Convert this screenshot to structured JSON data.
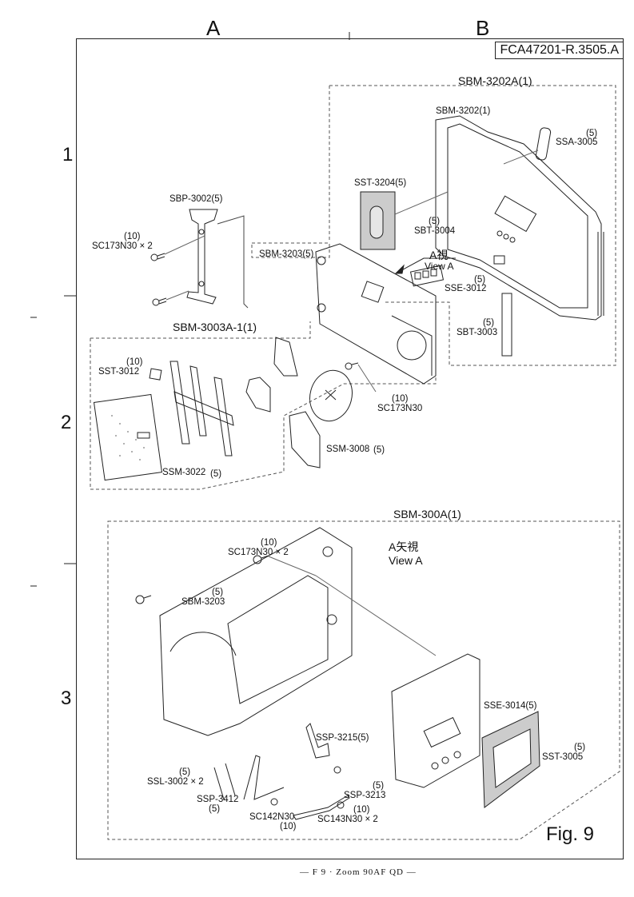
{
  "grid": {
    "columns": [
      "A",
      "B"
    ],
    "rows": [
      "1",
      "2",
      "3"
    ]
  },
  "document_id": "FCA47201-R.3505.A",
  "figure_label": "Fig. 9",
  "footer": "— F 9 · Zoom 90AF QD —",
  "groups": {
    "sbm_3202a": {
      "title": "SBM-3202A(1)",
      "parts": {
        "sbm_3202": "SBM-3202(1)",
        "ssa_3005_qty": "(5)",
        "ssa_3005": "SSA-3005",
        "sst_3204": "SST-3204(5)",
        "sbt_3004_qty": "(5)",
        "sbt_3004": "SBT-3004",
        "sse_3012_qty": "(5)",
        "sse_3012": "SSE-3012",
        "sbt_3003_qty": "(5)",
        "sbt_3003": "SBT-3003"
      }
    },
    "view_a_arrow": {
      "jp": "A視",
      "en": "View A"
    },
    "left_bracket": {
      "sbp_3002": "SBP-3002(5)",
      "sc173_qty": "(10)",
      "sc173": "SC173N30 × 2"
    },
    "sbm_3203_box": "SBM-3203(5)",
    "sbm_3003a": {
      "title": "SBM-3003A-1(1)",
      "parts": {
        "sst_3012_qty": "(10)",
        "sst_3012": "SST-3012",
        "ssm_3022": "SSM-3022",
        "ssm_3022_qty": "(5)",
        "ssm_3008": "SSM-3008",
        "ssm_3008_qty": "(5)",
        "sc173_qty": "(10)",
        "sc173": "SC173N30"
      }
    },
    "sbm_300a": {
      "title": "SBM-300A(1)",
      "view_jp": "A矢視",
      "view_en": "View A",
      "parts": {
        "sc173_qty": "(10)",
        "sc173": "SC173N30 × 2",
        "sbm_3203_qty": "(5)",
        "sbm_3203": "SBM-3203",
        "sse_3014": "SSE-3014(5)",
        "sst_3005_qty": "(5)",
        "sst_3005": "SST-3005",
        "ssp_3215": "SSP-3215(5)",
        "ssl_3002_qty": "(5)",
        "ssl_3002": "SSL-3002 × 2",
        "ssp_3412": "SSP-3412",
        "ssp_3412_qty": "(5)",
        "sc142": "SC142N30",
        "sc142_qty": "(10)",
        "ssp_3213_qty": "(5)",
        "ssp_3213": "SSP-3213",
        "sc143_qty": "(10)",
        "sc143": "SC143N30 × 2"
      }
    }
  }
}
